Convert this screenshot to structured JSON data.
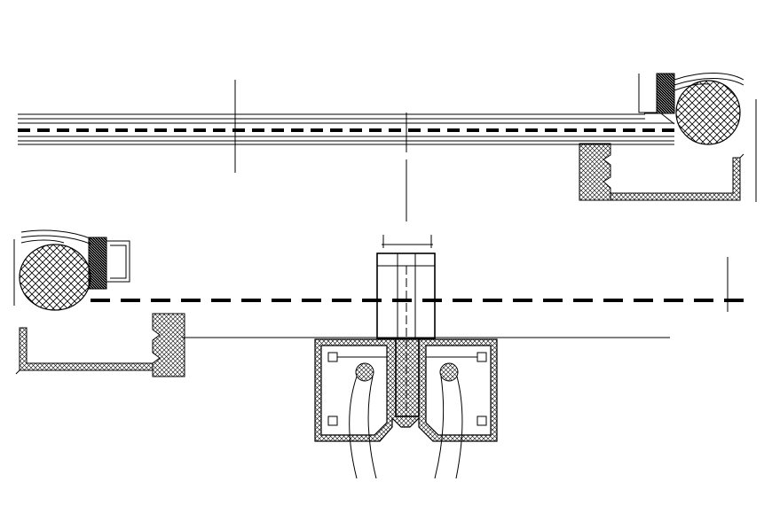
{
  "drawing": {
    "type": "CAD section detail",
    "text_labels": [],
    "colors": {
      "line": "#000000",
      "background": "#ffffff"
    },
    "components": [
      "glass-pane-upper",
      "glass-pane-lower-dashed",
      "backer-rod-upper-right",
      "backer-rod-left",
      "sealant-block-upper",
      "sealant-block-left",
      "setting-block-upper",
      "setting-block-left",
      "angle-bracket-upper",
      "angle-bracket-left",
      "aluminum-profile",
      "bolt",
      "cable-left",
      "cable-right"
    ]
  }
}
